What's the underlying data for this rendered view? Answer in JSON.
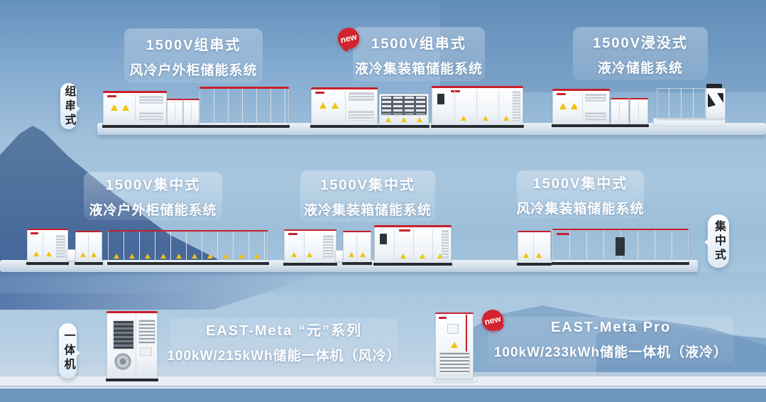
{
  "scene": {
    "rows": [
      {
        "id": "string-type",
        "side_label": "组串式",
        "cards": [
          {
            "line1": "1500V组串式",
            "line2": "风冷户外柜储能系统",
            "new": false
          },
          {
            "line1": "1500V组串式",
            "line2": "液冷集装箱储能系统",
            "new": true
          },
          {
            "line1": "1500V浸没式",
            "line2": "液冷储能系统",
            "new": false
          }
        ]
      },
      {
        "id": "centralized-type",
        "side_label": "集中式",
        "cards": [
          {
            "line1": "1500V集中式",
            "line2": "液冷户外柜储能系统",
            "new": false
          },
          {
            "line1": "1500V集中式",
            "line2": "液冷集装箱储能系统",
            "new": false
          },
          {
            "line1": "1500V集中式",
            "line2": "风冷集装箱储能系统",
            "new": false
          }
        ]
      },
      {
        "id": "all-in-one",
        "side_label": "一体机",
        "cards": [
          {
            "line1": "EAST-Meta “元”系列",
            "line2": "100kW/215kWh储能一体机（风冷）",
            "new": false
          },
          {
            "line1": "EAST-Meta Pro",
            "line2": "100kW/233kWh储能一体机（液冷）",
            "new": true
          }
        ]
      }
    ],
    "badge_label": "new",
    "colors": {
      "accent_red": "#d2232e",
      "cabinet_red_trim": "#c8202b",
      "warning_yellow": "#f2c30e",
      "sky_top": "#6691bd",
      "mountain_blue": "#4c6ea2",
      "water_bottom": "#6e96bf",
      "label_text": "#ffffff"
    }
  }
}
